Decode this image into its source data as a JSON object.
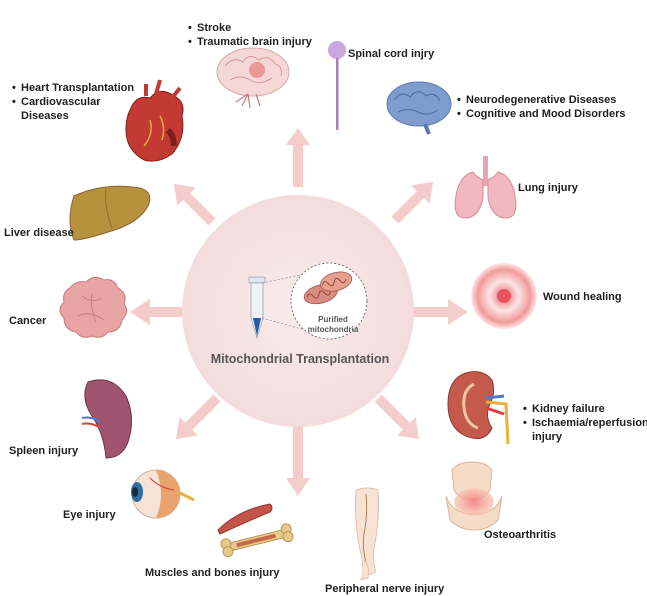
{
  "center": {
    "title": "Mitochondrial Transplantation",
    "mito_label_1": "Purified",
    "mito_label_2": "mitochondria"
  },
  "labels": {
    "brain_1": "Stroke",
    "brain_2": "Traumatic brain injury",
    "spinal": "Spinal cord injry",
    "neuro_1": "Neurodegenerative Diseases",
    "neuro_2": "Cognitive and Mood Disorders",
    "lung": "Lung injury",
    "wound": "Wound healing",
    "kidney_1": "Kidney failure",
    "kidney_2a": "Ischaemia/reperfusion",
    "kidney_2b": "injury",
    "osteo": "Osteoarthritis",
    "nerve": "Peripheral nerve injury",
    "muscle": "Muscles and bones injury",
    "eye": "Eye injury",
    "spleen": "Spleen injury",
    "cancer": "Cancer",
    "liver": "Liver disease",
    "heart_1": "Heart Transplantation",
    "heart_2a": "Cardiovascular",
    "heart_2b": "Diseases"
  },
  "colors": {
    "center_circle": "#f6e2e2",
    "arrow": "#f5cccc",
    "organ_pink": "#e9a4a4",
    "organ_blue": "#7f9ccf",
    "tube_blue": "#2a5aa8"
  },
  "icons": [
    "brain-icon",
    "spinal-cord-icon",
    "neuro-brain-icon",
    "lungs-icon",
    "wound-icon",
    "kidney-icon",
    "knee-joint-icon",
    "leg-nerve-icon",
    "muscle-bone-icon",
    "eye-icon",
    "spleen-icon",
    "tumor-icon",
    "liver-icon",
    "heart-icon",
    "test-tube-icon",
    "mitochondria-icon"
  ]
}
